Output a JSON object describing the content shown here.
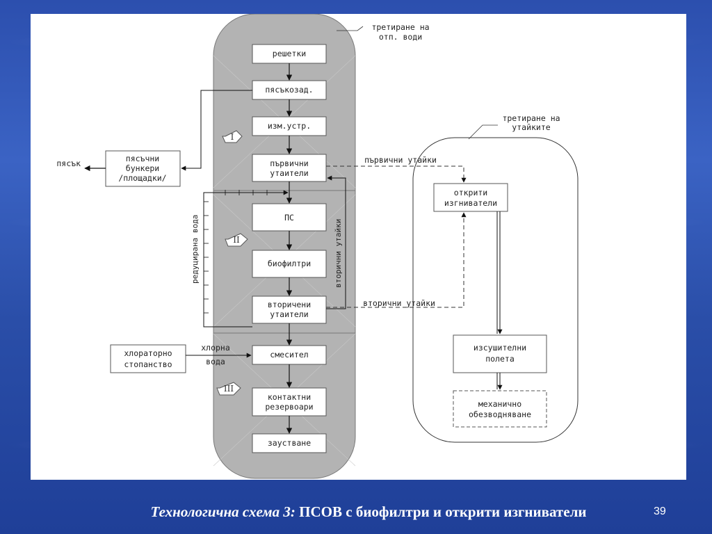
{
  "colors": {
    "background": "#2c4fae",
    "panel": "#ffffff",
    "column": "#b0b0b0",
    "caption": "#ffffff"
  },
  "boxes": {
    "screens": "решетки",
    "grit": "пясъкозад.",
    "measure": "изм.устр.",
    "primary_1": "първични",
    "primary_2": "утаители",
    "ps": "ПС",
    "biofilters": "биофилтри",
    "secondary_1": "вторичени",
    "secondary_2": "утаители",
    "mixer": "смесител",
    "contact_1": "контактни",
    "contact_2": "резервоари",
    "discharge": "заустване",
    "sand_1": "пясъчни",
    "sand_2": "бункери",
    "sand_3": "/площадки/",
    "chlor_1": "хлораторно",
    "chlor_2": "стопанство",
    "digest_1": "открити",
    "digest_2": "изгниватели",
    "drying_1": "изсушителни",
    "drying_2": "полета",
    "dewater_1": "механично",
    "dewater_2": "обезводняване"
  },
  "labels": {
    "water_1": "третиране на",
    "water_2": "отп. води",
    "sludge_1": "третиране на",
    "sludge_2": "утайките",
    "sand_out": "пясък",
    "primary_sludge": "първични утайки",
    "secondary_sludge_h": "вторични утайки",
    "secondary_sludge_v": "вторични утайки",
    "recirc": "редуцирана вода",
    "chlor_1": "хлорна",
    "chlor_2": "вода"
  },
  "stages": {
    "one": "I",
    "two": "II",
    "three": "III"
  },
  "caption": {
    "italic": "Технологична схема 3:",
    "text": " ПСОВ с биофилтри и открити изгниватели"
  },
  "page_number": "39"
}
